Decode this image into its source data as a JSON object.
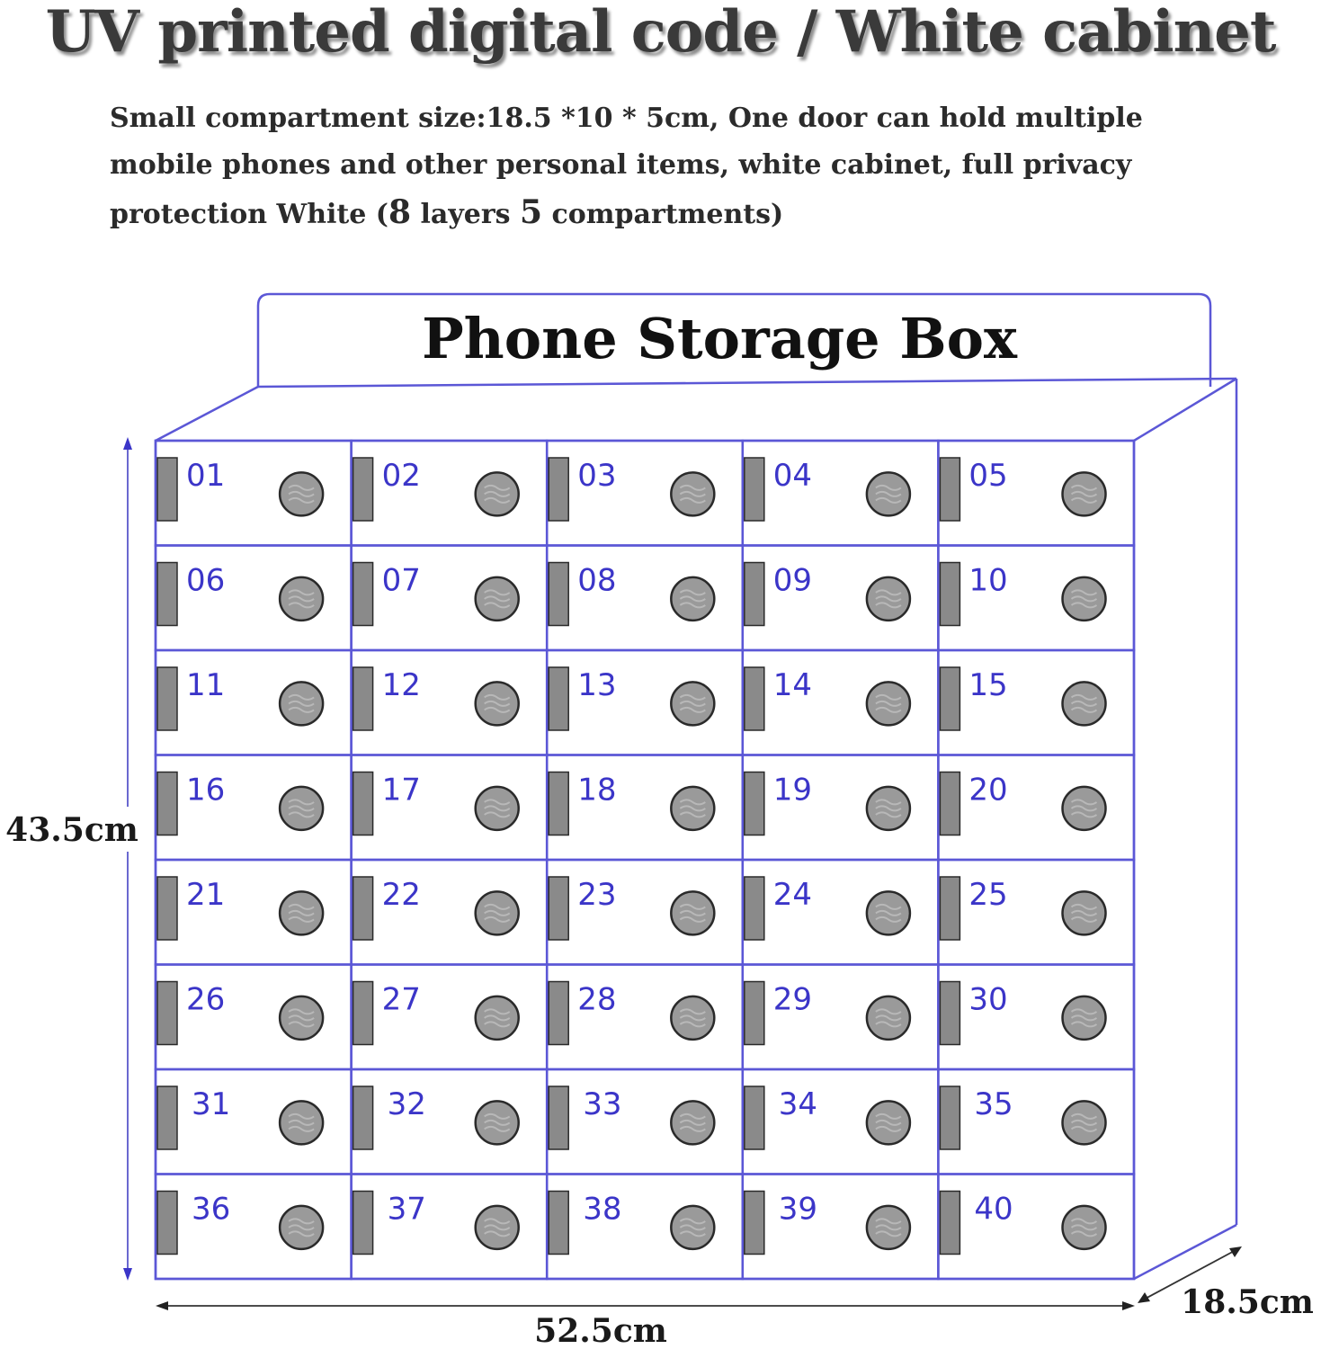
{
  "heading": "UV printed digital code / White cabinet",
  "description": {
    "line1": "Small compartment size:18.5 *10 * 5cm, One door can hold multiple",
    "line2": "mobile phones and other personal items, white cabinet, full privacy",
    "line3_pre": "protection White (",
    "layers": "8",
    "layers_word": " layers ",
    "compartments": "5",
    "compartments_word": " compartments)"
  },
  "cabinet": {
    "title": "Phone Storage Box",
    "layers": 8,
    "compartments_per_layer": 5,
    "numbers": [
      "01",
      "02",
      "03",
      "04",
      "05",
      "06",
      "07",
      "08",
      "09",
      "10",
      "11",
      "12",
      "13",
      "14",
      "15",
      "16",
      "17",
      "18",
      "19",
      "20",
      "21",
      "22",
      "23",
      "24",
      "25",
      "26",
      "27",
      "28",
      "29",
      "30",
      "31",
      "32",
      "33",
      "34",
      "35",
      "36",
      "37",
      "38",
      "39",
      "40"
    ]
  },
  "dimensions": {
    "height": "43.5cm",
    "width": "52.5cm",
    "depth": "18.5cm"
  },
  "colors": {
    "outline": "#5b57d6",
    "number": "#3b35c8",
    "hinge_fill": "#8a8a8a",
    "lock_fill": "#9a9a9a",
    "ink": "#2b2b2b"
  }
}
